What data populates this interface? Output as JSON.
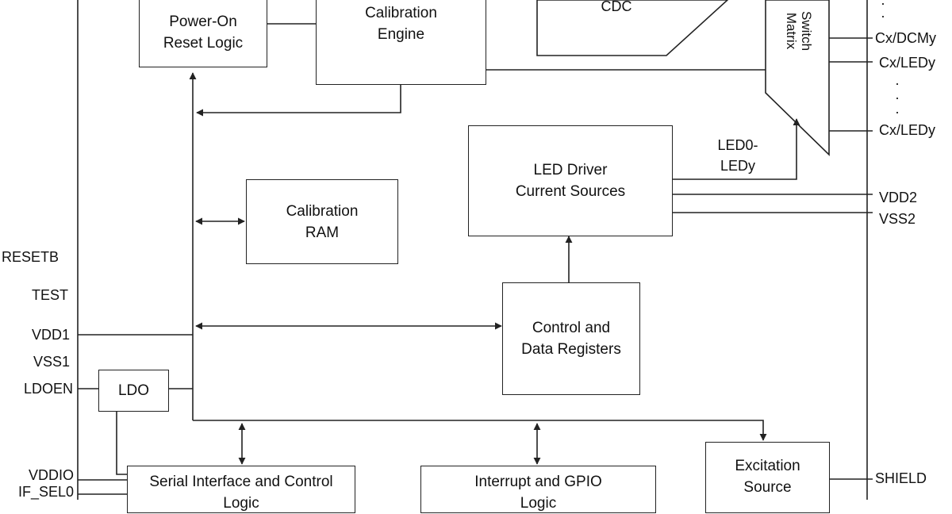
{
  "blocks": {
    "por": [
      "Power-On",
      "Reset Logic"
    ],
    "cal_engine": [
      "Calibration",
      "Engine"
    ],
    "cdc": "CDC",
    "switch_matrix": [
      "Switch",
      "Matrix"
    ],
    "led_driver": [
      "LED Driver",
      "Current Sources"
    ],
    "cal_ram": [
      "Calibration",
      "RAM"
    ],
    "ctrl_regs": [
      "Control and",
      "Data Registers"
    ],
    "ldo": "LDO",
    "serial_if": [
      "Serial Interface and Control",
      "Logic"
    ],
    "irq_gpio": [
      "Interrupt and GPIO",
      "Logic"
    ],
    "excitation": [
      "Excitation",
      "Source"
    ]
  },
  "signals": {
    "led_bus": [
      "LED0-",
      "LEDy"
    ]
  },
  "pins": {
    "left": [
      "RESETB",
      "TEST",
      "VDD1",
      "VSS1",
      "LDOEN",
      "VDDIO",
      "IF_SEL0"
    ],
    "right": [
      "Cx/DCMy",
      "Cx/LEDy",
      "Cx/LEDy",
      "VDD2",
      "VSS2",
      "SHIELD"
    ],
    "ellipsis": "·"
  },
  "colors": {
    "line": "#222222",
    "background": "#ffffff"
  }
}
